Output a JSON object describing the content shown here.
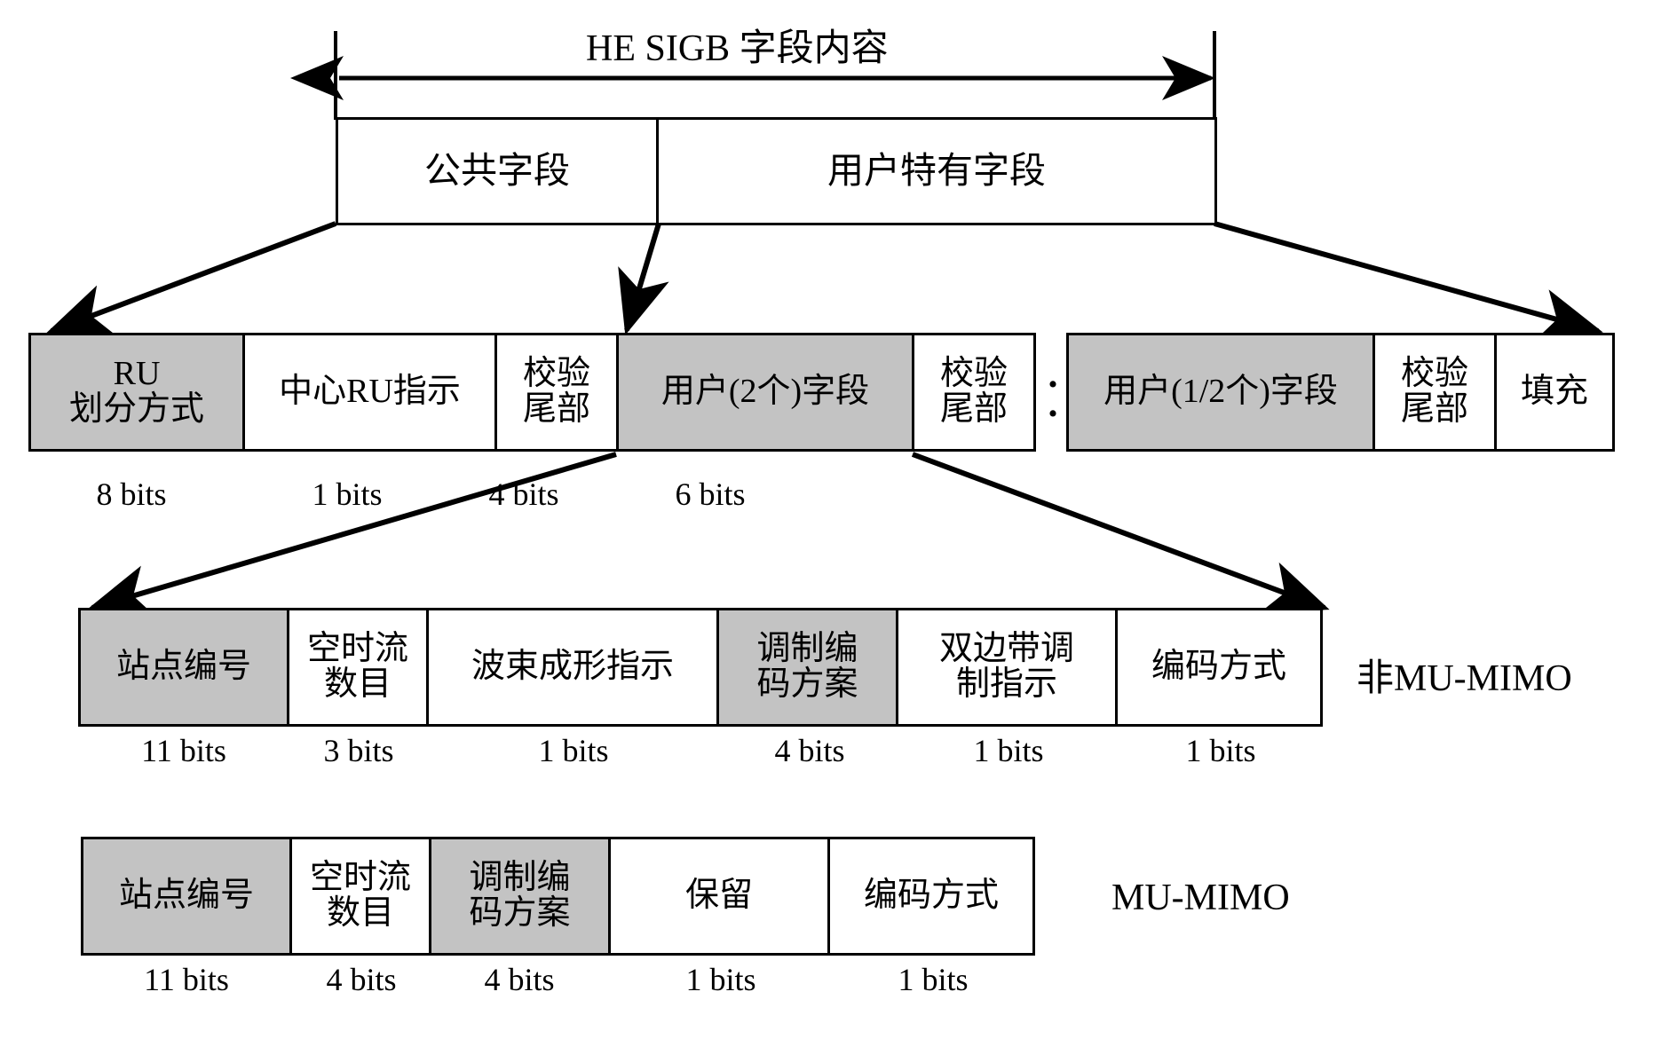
{
  "diagram": {
    "title": "HE SIGB 字段内容",
    "header_row": {
      "cells": [
        {
          "label": "公共字段",
          "fill": "white"
        },
        {
          "label": "用户特有字段",
          "fill": "white"
        }
      ]
    },
    "sigb_row": {
      "cells": [
        {
          "label": "RU\n划分方式",
          "fill": "gray",
          "bits": "8 bits"
        },
        {
          "label": "中心RU指示",
          "fill": "white",
          "bits": "1 bits"
        },
        {
          "label": "校验\n尾部",
          "fill": "white",
          "bits": "4 bits"
        },
        {
          "label": "用户(2个)字段",
          "fill": "gray",
          "bits": "6 bits"
        },
        {
          "label": "校验\n尾部",
          "fill": "white",
          "bits": ""
        }
      ],
      "separator": ":",
      "tail_cells": [
        {
          "label": "用户(1/2个)字段",
          "fill": "gray",
          "bits": ""
        },
        {
          "label": "校验\n尾部",
          "fill": "white",
          "bits": ""
        },
        {
          "label": "填充",
          "fill": "white",
          "bits": ""
        }
      ]
    },
    "non_mu_mimo": {
      "side_label": "非MU-MIMO",
      "cells": [
        {
          "label": "站点编号",
          "fill": "gray",
          "bits": "11 bits"
        },
        {
          "label": "空时流\n数目",
          "fill": "white",
          "bits": "3 bits"
        },
        {
          "label": "波束成形指示",
          "fill": "white",
          "bits": "1 bits"
        },
        {
          "label": "调制编\n码方案",
          "fill": "gray",
          "bits": "4 bits"
        },
        {
          "label": "双边带调\n制指示",
          "fill": "white",
          "bits": "1 bits"
        },
        {
          "label": "编码方式",
          "fill": "white",
          "bits": "1 bits"
        }
      ]
    },
    "mu_mimo": {
      "side_label": "MU-MIMO",
      "cells": [
        {
          "label": "站点编号",
          "fill": "gray",
          "bits": "11 bits"
        },
        {
          "label": "空时流\n数目",
          "fill": "white",
          "bits": "4 bits"
        },
        {
          "label": "调制编\n码方案",
          "fill": "gray",
          "bits": "4 bits"
        },
        {
          "label": "保留",
          "fill": "white",
          "bits": "1 bits"
        },
        {
          "label": "编码方式",
          "fill": "white",
          "bits": "1 bits"
        }
      ]
    },
    "colors": {
      "gray_fill": "#c3c3c3",
      "stroke": "#000000",
      "background": "#ffffff"
    }
  }
}
